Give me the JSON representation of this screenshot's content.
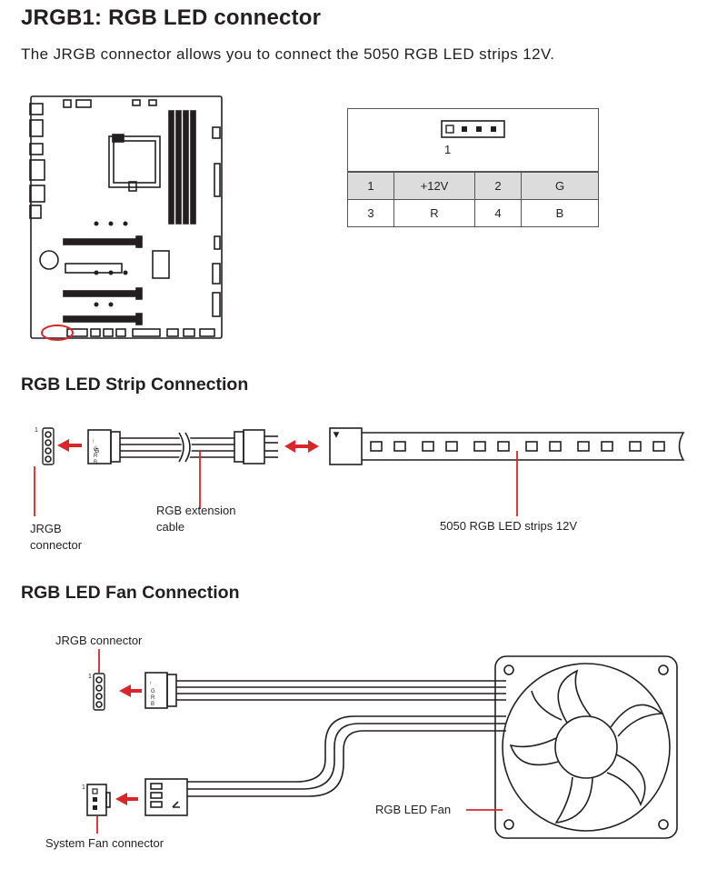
{
  "title": "JRGB1: RGB LED connector",
  "subtitle": "The JRGB connector allows you to connect the 5050 RGB LED strips 12V.",
  "pin_table": {
    "pin1_marker": "1",
    "rows": [
      [
        "1",
        "+12V",
        "2",
        "G"
      ],
      [
        "3",
        "R",
        "4",
        "B"
      ]
    ]
  },
  "strip_section": {
    "heading": "RGB LED Strip Connection",
    "jrgb_label": [
      "JRGB",
      "connector"
    ],
    "cable_label": [
      "RGB extension",
      "cable"
    ],
    "strip_label": "5050 RGB LED strips 12V",
    "pin1": "1",
    "plug_letters": "G R B"
  },
  "fan_section": {
    "heading": "RGB LED Fan Connection",
    "jrgb_label": "JRGB connector",
    "fan_label": "RGB LED Fan",
    "sysfan_label": "System Fan connector",
    "pin1": "1"
  },
  "colors": {
    "accent_red": "#d9262c",
    "line": "#231f20",
    "shade": "#dcdcdc"
  }
}
